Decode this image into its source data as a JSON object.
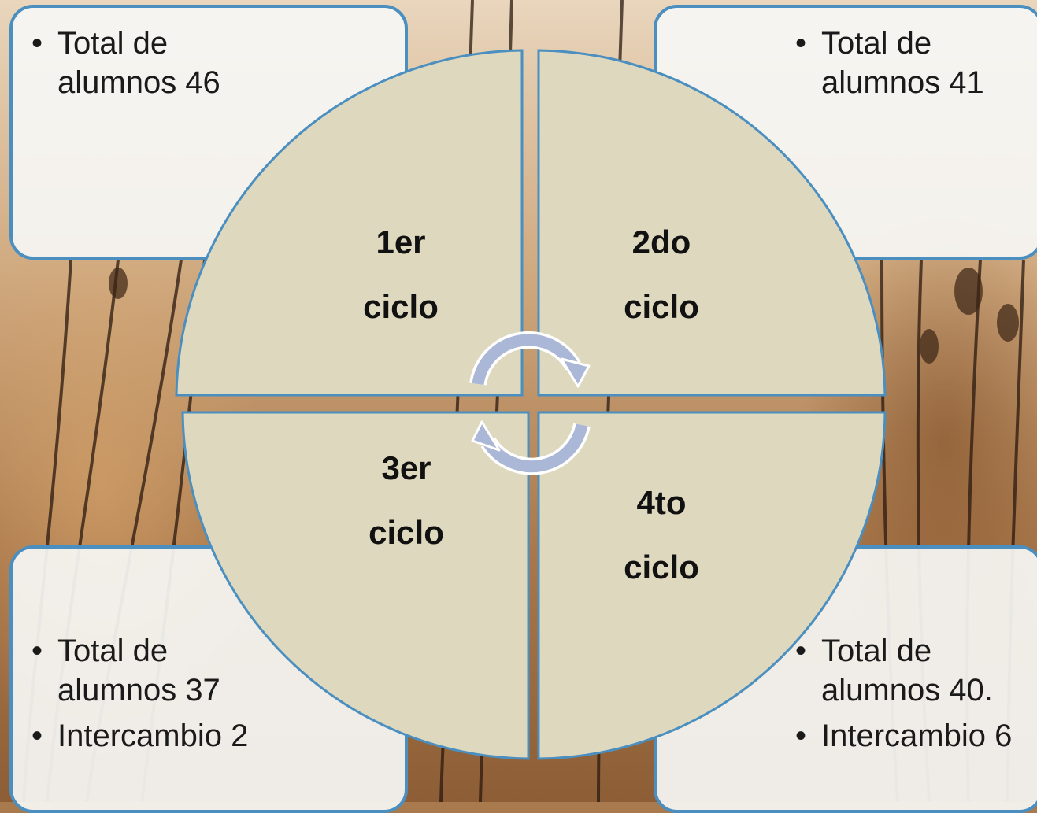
{
  "quadrants": [
    {
      "line1": "1er",
      "line2": "ciclo"
    },
    {
      "line1": "2do",
      "line2": "ciclo"
    },
    {
      "line1": "3er",
      "line2": "ciclo"
    },
    {
      "line1": "4to",
      "line2": "ciclo"
    }
  ],
  "boxes": {
    "top_left": {
      "items": [
        {
          "line1": "Total de",
          "line2": "alumnos 46"
        }
      ]
    },
    "top_right": {
      "items": [
        {
          "line1": "Total de",
          "line2": "alumnos 41"
        }
      ]
    },
    "bottom_left": {
      "items": [
        {
          "line1": "Total de",
          "line2": "alumnos 37"
        },
        {
          "line1": "Intercambio 2"
        }
      ]
    },
    "bottom_right": {
      "items": [
        {
          "line1": "Total de",
          "line2": "alumnos 40."
        },
        {
          "line1": "Intercambio 6"
        }
      ]
    }
  },
  "colors": {
    "quadrant_fill": "#ded8bf",
    "outline": "#4a8fbf",
    "box_fill": "#f6f6f4",
    "arrow_fill": "#aab7d6"
  }
}
